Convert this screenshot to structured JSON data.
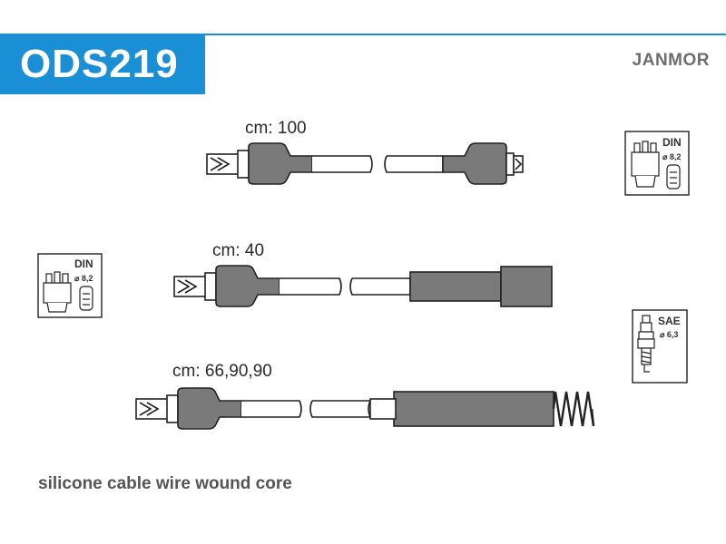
{
  "header": {
    "part_number": "ODS219",
    "brand": "JANMOR"
  },
  "cables": [
    {
      "label": "cm: 100"
    },
    {
      "label": "cm: 40"
    },
    {
      "label": "cm: 66,90,90"
    }
  ],
  "badges": {
    "din_right": {
      "standard": "DIN",
      "size": "⌀ 8,2"
    },
    "din_left": {
      "standard": "DIN",
      "size": "⌀ 8,2"
    },
    "sae_right": {
      "standard": "SAE",
      "size": "⌀ 6,3"
    }
  },
  "footer": {
    "note": "silicone cable wire wound core"
  },
  "colors": {
    "accent": "#1a8fd6",
    "boot": "#7a7a7a",
    "outline": "#222222"
  }
}
